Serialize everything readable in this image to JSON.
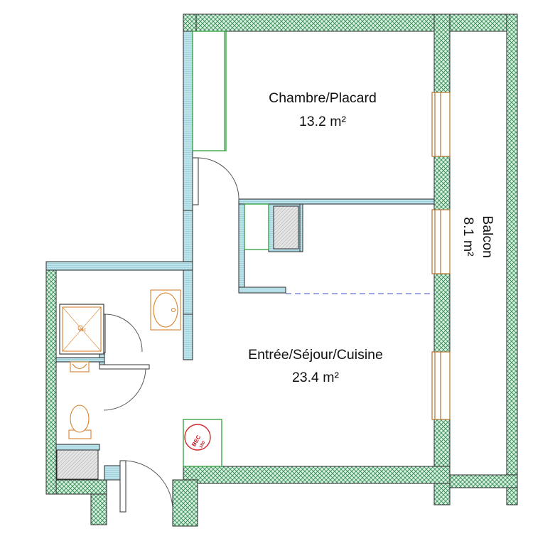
{
  "rooms": {
    "chambre": {
      "name": "Chambre/Placard",
      "area": "13.2 m²"
    },
    "sejour": {
      "name": "Entrée/Séjour/Cuisine",
      "area": "23.4 m²"
    },
    "balcon": {
      "name": "Balcon",
      "area": "8.1 m²"
    }
  },
  "fixtures": {
    "water_heater": {
      "label": "BEC",
      "capacity": "150"
    },
    "shower_vent": "VMC"
  },
  "colors": {
    "wall_hatch": "#2e8a4a",
    "wall_fill": "#d9efe3",
    "wall_outline": "#2a2a2a",
    "partition_fill": "#bfe3ea",
    "closet_green": "#2e9e3a",
    "window_frame": "#b5712f",
    "fixture_orange": "#d9822b",
    "door_blue": "#4a6fc2",
    "dashed_line": "#3c4fc9",
    "heater_red": "#d1262b"
  }
}
